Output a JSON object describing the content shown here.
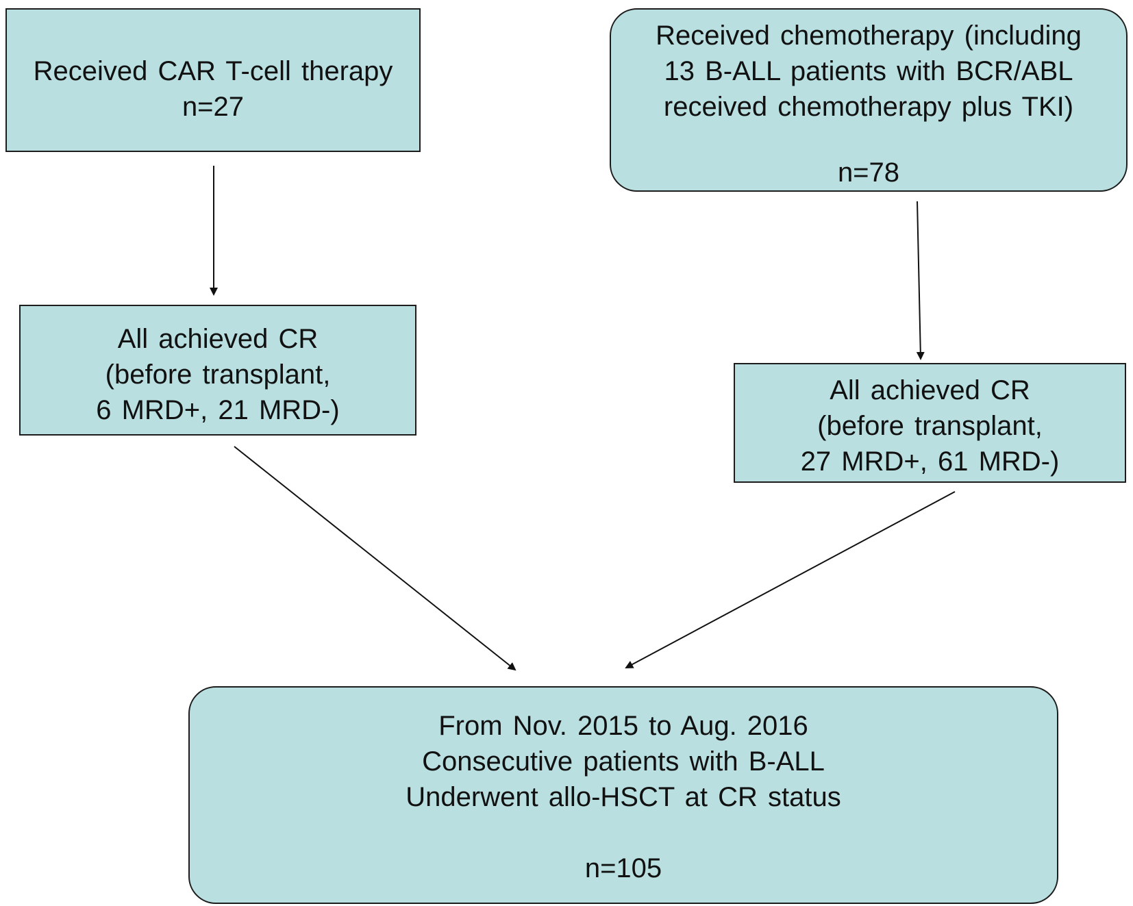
{
  "nodes": {
    "car_therapy": {
      "lines": [
        "Received CAR T-cell therapy",
        "n=27"
      ]
    },
    "chemotherapy": {
      "lines": [
        "Received chemotherapy (including",
        "13 B-ALL patients with BCR/ABL",
        "received chemotherapy plus TKI)",
        "n=78"
      ]
    },
    "cr_left": {
      "lines": [
        "All achieved CR",
        "(before transplant,",
        "6 MRD+, 21 MRD-)"
      ]
    },
    "cr_right": {
      "lines": [
        "All achieved CR",
        "(before transplant,",
        "27 MRD+, 61 MRD-)"
      ]
    },
    "final": {
      "lines": [
        "From Nov.  2015 to Aug. 2016",
        "Consecutive patients with B-ALL",
        "Underwent allo-HSCT at CR status",
        "n=105"
      ]
    }
  },
  "edges": [
    {
      "from": "car_therapy",
      "to": "cr_left"
    },
    {
      "from": "chemotherapy",
      "to": "cr_right"
    },
    {
      "from": "cr_left",
      "to": "final"
    },
    {
      "from": "cr_right",
      "to": "final"
    }
  ]
}
